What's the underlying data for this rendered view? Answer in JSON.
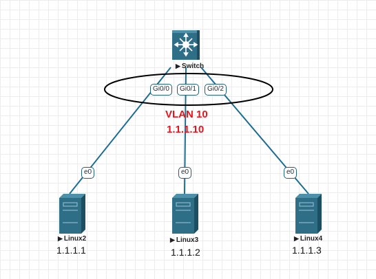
{
  "switch": {
    "name": "Switch",
    "ports": [
      "Gi0/0",
      "Gi0/1",
      "Gi0/2"
    ]
  },
  "vlan": {
    "name": "VLAN 10",
    "ip": "1.1.1.10",
    "color": "#e8141b"
  },
  "hosts": [
    {
      "name": "Linux2",
      "port": "e0",
      "ip": "1.1.1.1"
    },
    {
      "name": "Linux3",
      "port": "e0",
      "ip": "1.1.1.2"
    },
    {
      "name": "Linux4",
      "port": "e0",
      "ip": "1.1.1.3"
    }
  ],
  "colors": {
    "link": "#1c6c91",
    "device": "#2f6e87",
    "device_dark": "#1d4f63"
  },
  "icons": {
    "switch": "layer3-switch-icon",
    "host": "server-tower-icon"
  }
}
